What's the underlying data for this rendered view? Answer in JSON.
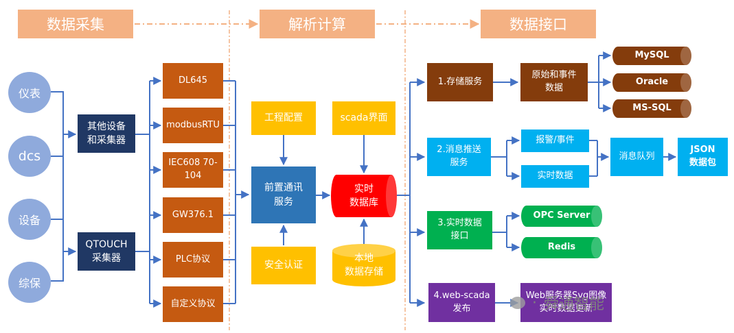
{
  "headers": {
    "collect": "数据采集",
    "compute": "解析计算",
    "interface": "数据接口"
  },
  "sources": [
    "仪表",
    "dcs",
    "设备",
    "综保"
  ],
  "collectors": {
    "other": "其他设备\n和采集器",
    "qtouch": "QTOUCH\n采集器"
  },
  "protocols": [
    "DL645",
    "modbusRTU",
    "IEC608 70-\n104",
    "GW376.1",
    "PLC协议",
    "自定义协议"
  ],
  "compute": {
    "config": "工程配置",
    "scada_ui": "scada界面",
    "front_service": "前置通讯\n服务",
    "realtime_db": "实时\n数据库",
    "auth": "安全认证",
    "local_storage": "本地\n数据存储"
  },
  "services": {
    "storage": "1.存储服务",
    "push": "2.消息推送\n服务",
    "realtime_if": "3.实时数据\n接口",
    "webscada": "4.web-scada\n发布"
  },
  "storage_detail": "原始和事件\n数据",
  "databases": [
    "MySQL",
    "Oracle",
    "MS-SQL"
  ],
  "push_detail": {
    "alarm": "报警/事件",
    "realtime": "实时数据",
    "queue": "消息队列",
    "json": "JSON\n数据包"
  },
  "realtime_targets": [
    "OPC Server",
    "Redis"
  ],
  "web_detail": "Web服务器Svg图像\n实时数据更新",
  "watermark": {
    "dot": "·",
    "text": "舜通智能"
  },
  "colors": {
    "header": "#f4b183",
    "source": "#8faadc",
    "collector": "#203864",
    "protocol": "#c55a11",
    "front": "#2e75b6",
    "compute_item": "#ffc000",
    "realtime_db": "#ff0000",
    "storage": "#843c0c",
    "push": "#00b0f0",
    "realtime_if": "#00b050",
    "webscada": "#7030a0",
    "line": "#4472c4",
    "divider": "#f4b183"
  }
}
